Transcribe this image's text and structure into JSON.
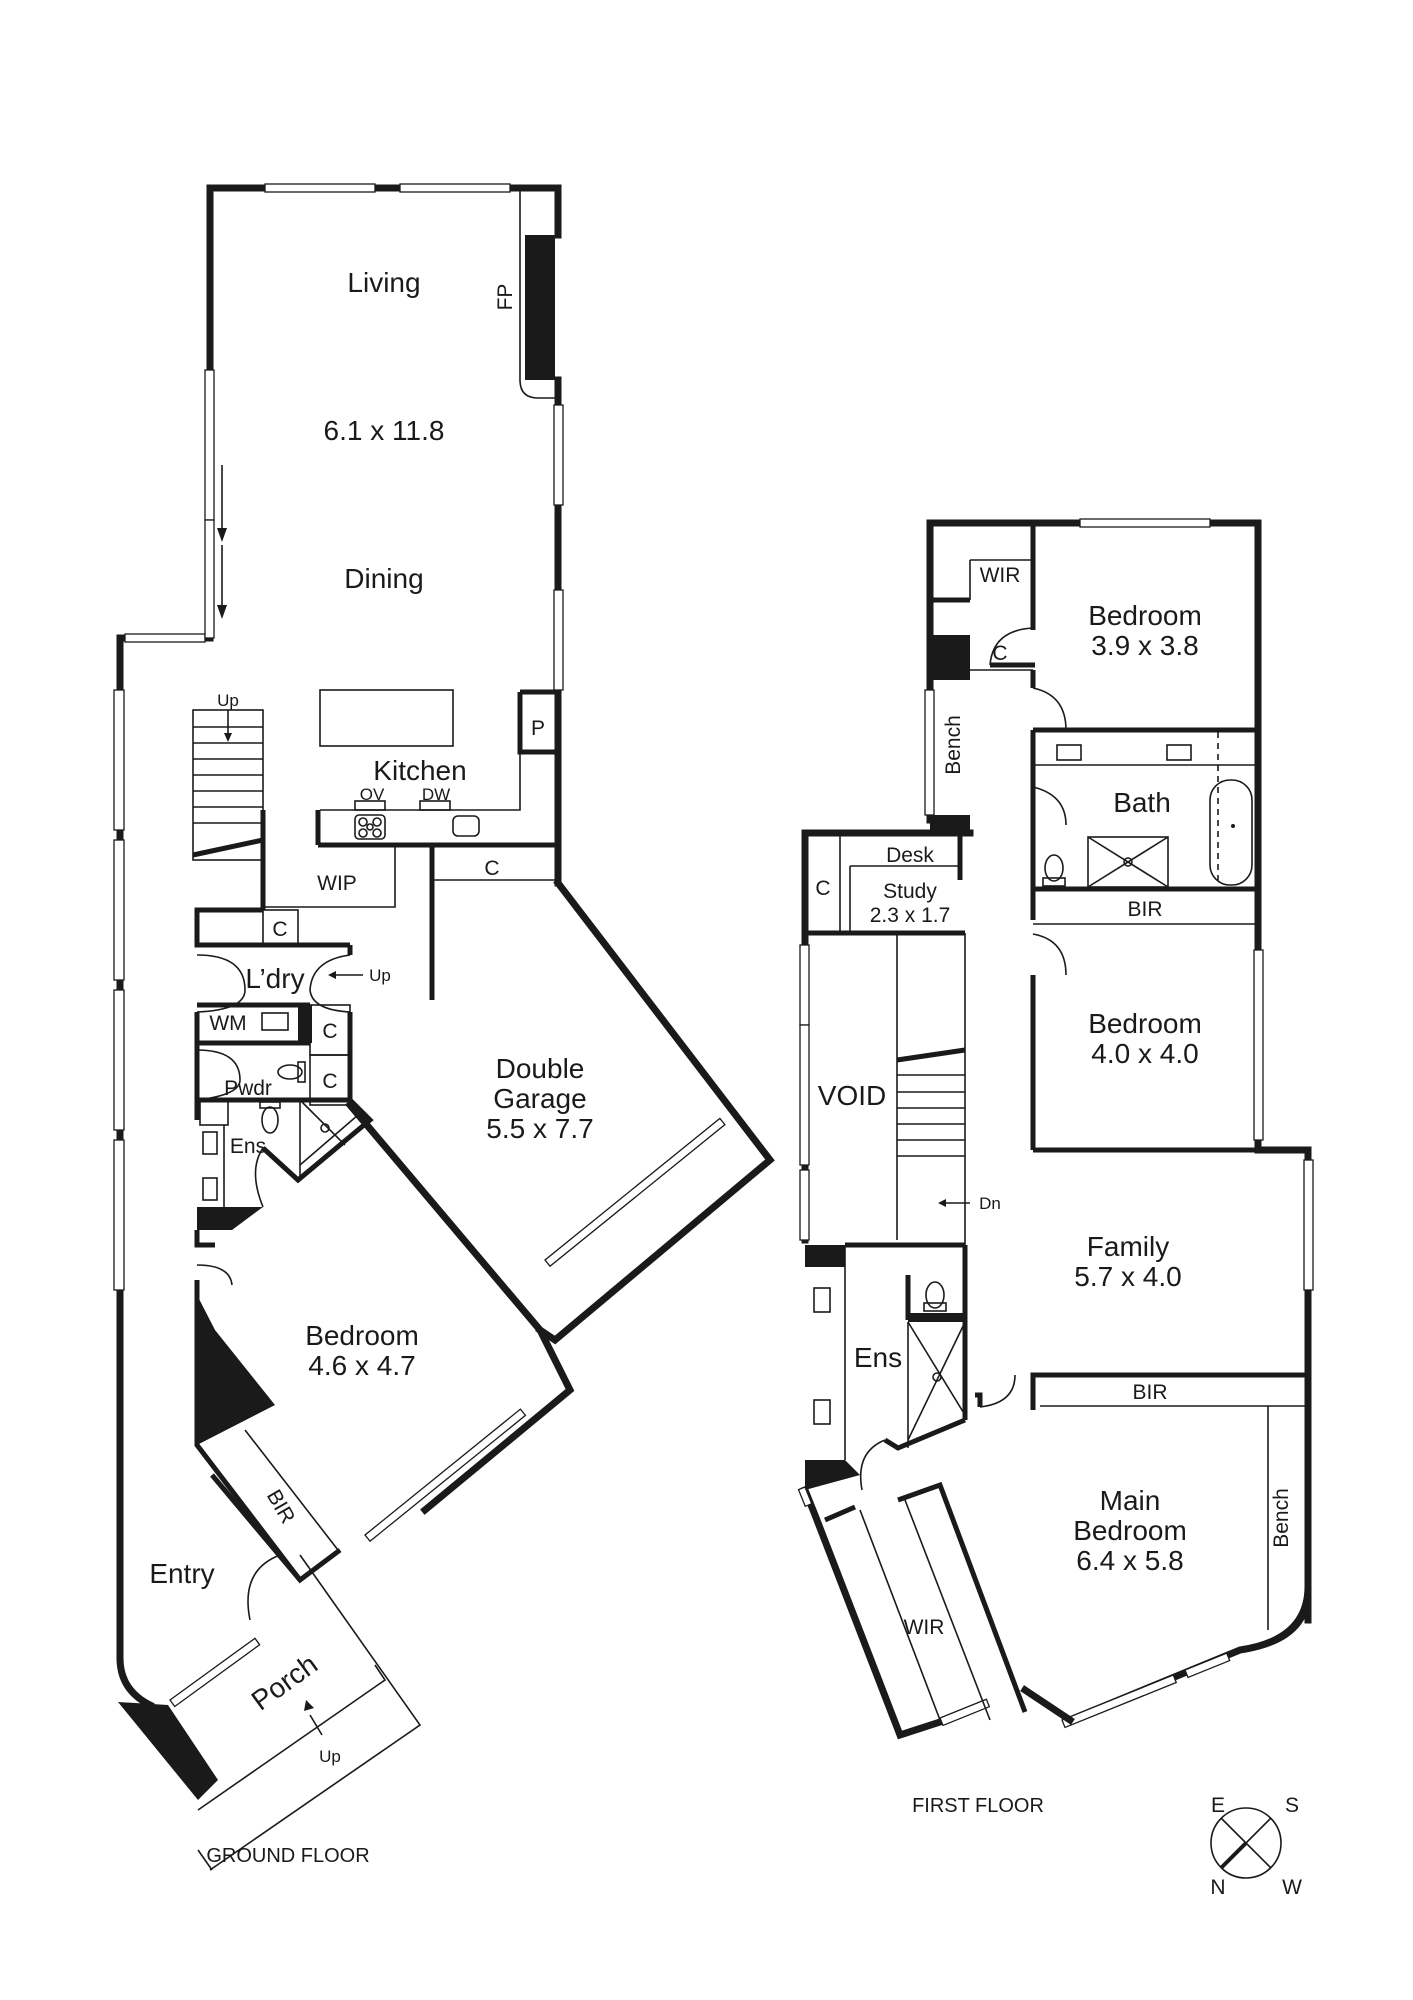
{
  "plan": {
    "ground_floor": {
      "title": "GROUND FLOOR",
      "rooms": {
        "living": "Living",
        "living_dining_size": "6.1 x 11.8",
        "dining": "Dining",
        "fireplace": "FP",
        "kitchen": "Kitchen",
        "oven": "OV",
        "dishwasher": "DW",
        "pantry": "P",
        "wip": "WIP",
        "cupboard_kitchen": "C",
        "cupboard_laundry": "C",
        "laundry": "L’dry",
        "washing_machine": "WM",
        "cupboard_1": "C",
        "cupboard_2": "C",
        "powder": "Pwdr",
        "ensuite": "Ens",
        "garage": "Double",
        "garage_line2": "Garage",
        "garage_size": "5.5 x 7.7",
        "bedroom": "Bedroom",
        "bedroom_size": "4.6 x 4.7",
        "bir": "BIR",
        "entry": "Entry",
        "porch": "Porch"
      },
      "stairs_up": "Up",
      "laundry_up": "Up",
      "porch_up": "Up"
    },
    "first_floor": {
      "title": "FIRST FLOOR",
      "rooms": {
        "wir_top": "WIR",
        "bedroom1": "Bedroom",
        "bedroom1_size": "3.9 x 3.8",
        "cupboard_top": "C",
        "bench_left": "Bench",
        "bath": "Bath",
        "desk": "Desk",
        "cupboard_study": "C",
        "study": "Study",
        "study_size": "2.3 x 1.7",
        "bir_1": "BIR",
        "bedroom2": "Bedroom",
        "bedroom2_size": "4.0 x 4.0",
        "void": "VOID",
        "family": "Family",
        "family_size": "5.7 x 4.0",
        "ensuite": "Ens",
        "bir_2": "BIR",
        "main_bedroom": "Main",
        "main_bedroom_line2": "Bedroom",
        "main_bedroom_size": "6.4 x 5.8",
        "bench_right": "Bench",
        "wir_main": "WIR"
      },
      "stairs_down": "Dn"
    },
    "compass": {
      "e": "E",
      "s": "S",
      "n": "N",
      "w": "W"
    }
  }
}
